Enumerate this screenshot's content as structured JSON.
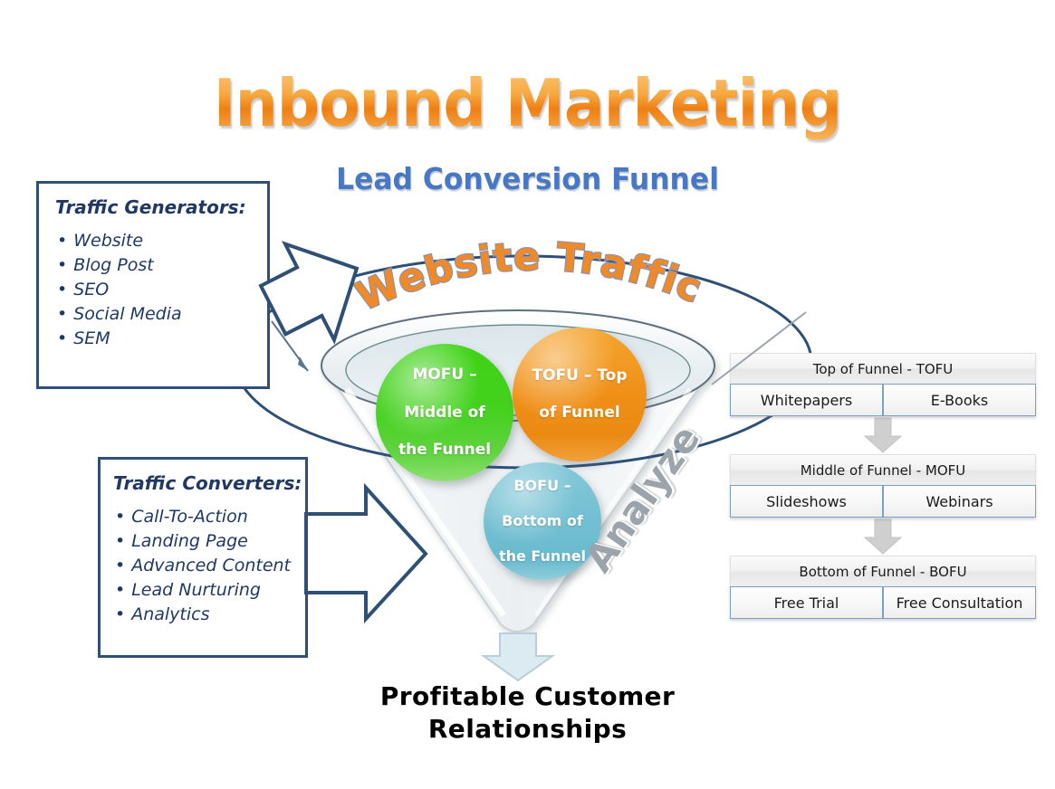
{
  "header": {
    "title": "Inbound Marketing",
    "subtitle": "Lead Conversion Funnel"
  },
  "funnel": {
    "ring_label": "Website Traffic",
    "side_label": "Analyze",
    "outcome_line1": "Profitable  Customer",
    "outcome_line2": "Relationships"
  },
  "traffic_generators": {
    "title": "Traffic Generators:",
    "items": [
      "Website",
      "Blog Post",
      "SEO",
      "Social Media",
      "SEM"
    ]
  },
  "traffic_converters": {
    "title": "Traffic Converters:",
    "items": [
      "Call-To-Action",
      "Landing Page",
      "Advanced Content",
      "Lead Nurturing",
      "Analytics"
    ]
  },
  "spheres": [
    {
      "id": "tofu",
      "line1": "TOFU – Top",
      "line2": "of Funnel",
      "color": "#EE8F1B"
    },
    {
      "id": "mofu",
      "line1": "MOFU –",
      "line2": "Middle of",
      "line3": "the Funnel",
      "color": "#45D11F"
    },
    {
      "id": "bofu",
      "line1": "BOFU –",
      "line2": "Bottom of",
      "line3": "the Funnel",
      "color": "#73BFD2"
    }
  ],
  "stages": [
    {
      "header": "Top of Funnel - TOFU",
      "cells": [
        "Whitepapers",
        "E-Books"
      ]
    },
    {
      "header": "Middle of Funnel - MOFU",
      "cells": [
        "Slideshows",
        "Webinars"
      ]
    },
    {
      "header": "Bottom of Funnel - BOFU",
      "cells": [
        "Free Trial",
        "Free Consultation"
      ]
    }
  ],
  "colors": {
    "title_orange": "#F08A28",
    "subtitle_blue": "#4877C4",
    "outline_blue": "#2E5077",
    "text_navy": "#1F3864",
    "arrow_gray": "#BFBFBF",
    "funnel_fill": "#EDF1F3"
  }
}
